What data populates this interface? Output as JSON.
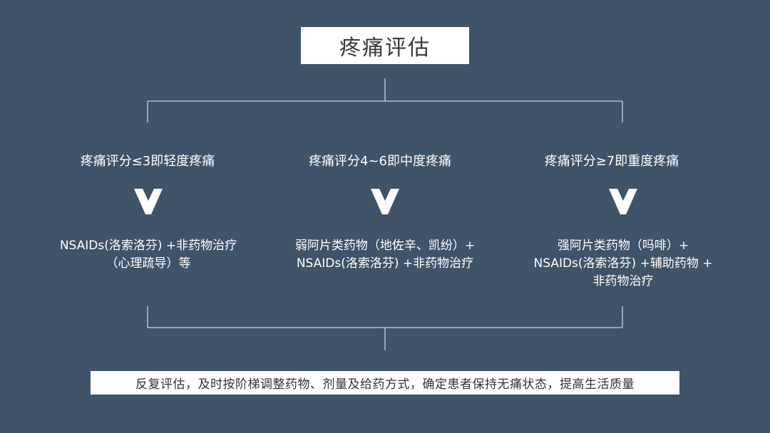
{
  "title": "疼痛评估",
  "levels": [
    {
      "label": "疼痛评分≤3即轻度疼痛",
      "treatment": [
        "NSAIDs(洛索洛芬) +非药物治疗",
        "（心理疏导）等"
      ]
    },
    {
      "label": "疼痛评分4~6即中度疼痛",
      "treatment": [
        "弱阿片类药物（地佐辛、凯纷）+",
        "NSAIDs(洛索洛芬) +非药物治疗"
      ]
    },
    {
      "label": "疼痛评分≥7即重度疼痛",
      "treatment": [
        "强阿片类药物（吗啡）+",
        "NSAIDs(洛索洛芬) +辅助药物 +",
        "非药物治疗"
      ]
    }
  ],
  "footer": "反复评估，及时按阶梯调整药物、剂量及给药方式，确定患者保持无痛状态，提高生活质量",
  "colors": {
    "background": "#3f5369",
    "box": "#ffffff",
    "connector": "#c9d1da"
  },
  "icons": [
    "chevron-down-icon"
  ]
}
